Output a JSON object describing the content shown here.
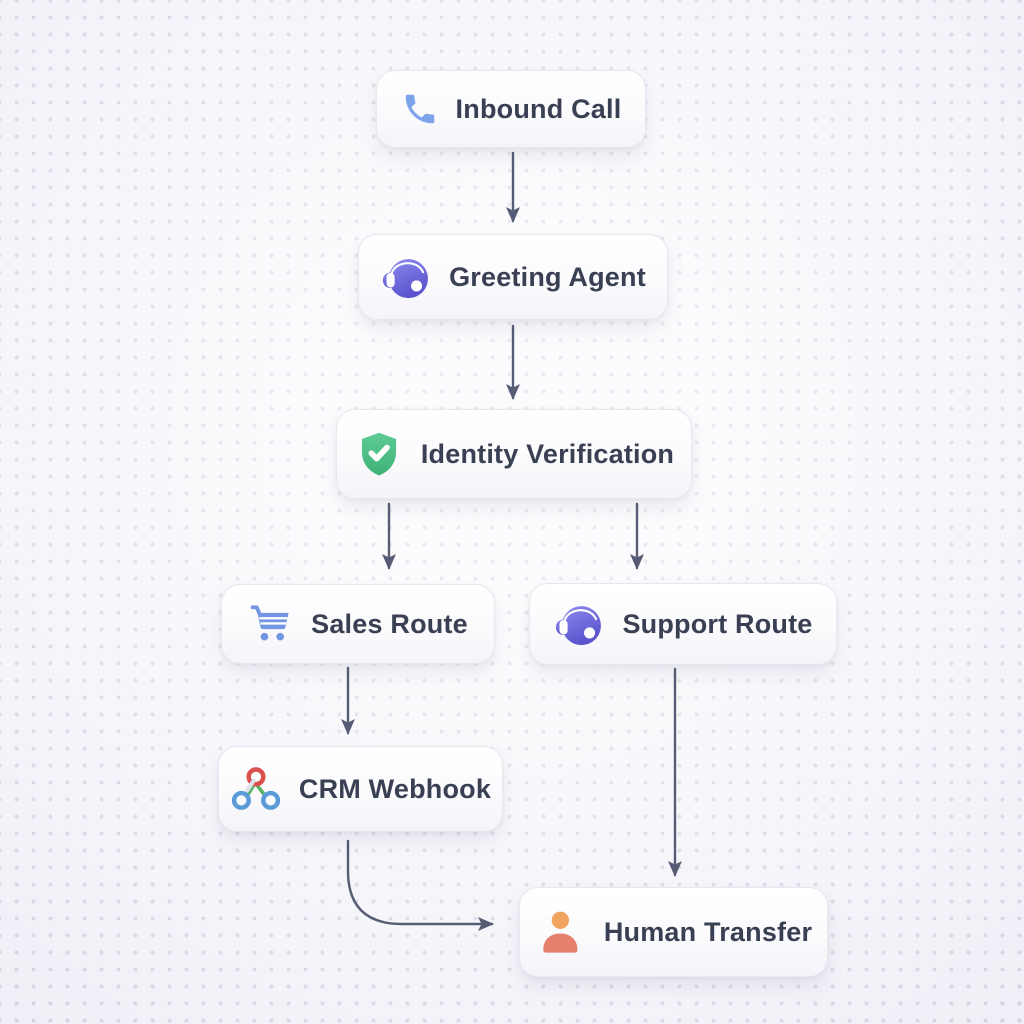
{
  "diagram": {
    "type": "flowchart",
    "description": "Inbound call routing flow",
    "nodes": [
      {
        "id": "inbound-call",
        "label": "Inbound Call",
        "icon": "phone-icon",
        "icon_color": "#7da3e8"
      },
      {
        "id": "greeting-agent",
        "label": "Greeting Agent",
        "icon": "headset-agent-icon",
        "icon_color": "#6f6ada"
      },
      {
        "id": "identity-verification",
        "label": "Identity Verification",
        "icon": "shield-check-icon",
        "icon_color": "#4cbe86"
      },
      {
        "id": "sales-route",
        "label": "Sales Route",
        "icon": "shopping-cart-icon",
        "icon_color": "#7296e2"
      },
      {
        "id": "support-route",
        "label": "Support Route",
        "icon": "headset-agent-icon",
        "icon_color": "#6f6ada"
      },
      {
        "id": "crm-webhook",
        "label": "CRM Webhook",
        "icon": "webhook-icon",
        "icon_color": "#d9504c"
      },
      {
        "id": "human-transfer",
        "label": "Human Transfer",
        "icon": "person-icon",
        "icon_color": "#ef9f61"
      }
    ],
    "edges": [
      {
        "from": "inbound-call",
        "to": "greeting-agent"
      },
      {
        "from": "greeting-agent",
        "to": "identity-verification"
      },
      {
        "from": "identity-verification",
        "to": "sales-route"
      },
      {
        "from": "identity-verification",
        "to": "support-route"
      },
      {
        "from": "sales-route",
        "to": "crm-webhook"
      },
      {
        "from": "support-route",
        "to": "human-transfer"
      },
      {
        "from": "crm-webhook",
        "to": "human-transfer"
      }
    ],
    "colors": {
      "background": "#f8f8fc",
      "dot_grid": "#cfcfdf",
      "node_background": "#ffffff",
      "node_border": "#e7e7f1",
      "label_text": "#3a4054",
      "arrow": "#565c74",
      "webhook_red": "#d9504c",
      "webhook_blue": "#5b9bd8",
      "webhook_green": "#58b368",
      "person_head": "#f0a45f",
      "person_body": "#e5806d"
    }
  }
}
